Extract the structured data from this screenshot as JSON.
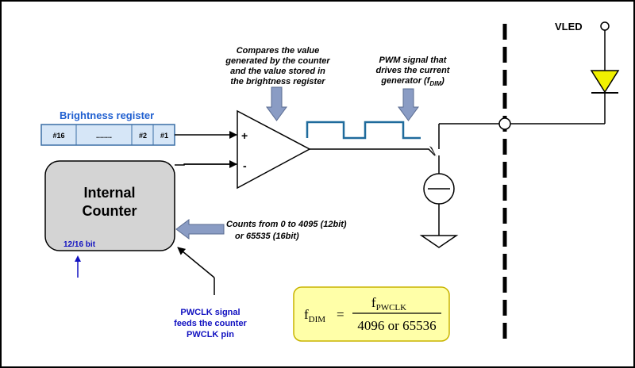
{
  "brightness_register": {
    "title": "Brightness register",
    "cells": [
      "#16",
      "........",
      "#2",
      "#1"
    ]
  },
  "counter": {
    "title_line1": "Internal",
    "title_line2": "Counter",
    "bits_label": "12/16 bit"
  },
  "comparator": {
    "plus": "+",
    "minus": "-"
  },
  "notes": {
    "compare_line1": "Compares the value",
    "compare_line2": "generated by the counter",
    "compare_line3": "and the value stored in",
    "compare_line4": "the brightness register",
    "pwm_line1": "PWM signal that",
    "pwm_line2": "drives the current",
    "pwm_line3_pre": "generator (f",
    "pwm_line3_sub": "DIM",
    "pwm_line3_post": ")",
    "counts_line1": "Counts from 0 to 4095 (12bit)",
    "counts_line2": "or 65535 (16bit)",
    "pwclk_line1": "PWCLK signal",
    "pwclk_line2": "feeds the counter",
    "pwclk_line3": "PWCLK pin"
  },
  "vled_label": "VLED",
  "formula": {
    "lhs_main": "f",
    "lhs_sub": "DIM",
    "equals": "=",
    "num_main": "f",
    "num_sub": "PWCLK",
    "denominator": "4096 or 65536"
  },
  "colors": {
    "register_fill": "#d6e6f7",
    "register_border": "#3a6ea5",
    "register_title": "#1f5fd0",
    "counter_fill": "#d4d4d4",
    "pwm_wave": "#1f6b9c",
    "arrow_fill": "#8a9cc4",
    "formula_fill": "#ffffa8",
    "formula_border": "#c8b400",
    "led_fill": "#f0f000",
    "blue_text": "#1010c0"
  }
}
